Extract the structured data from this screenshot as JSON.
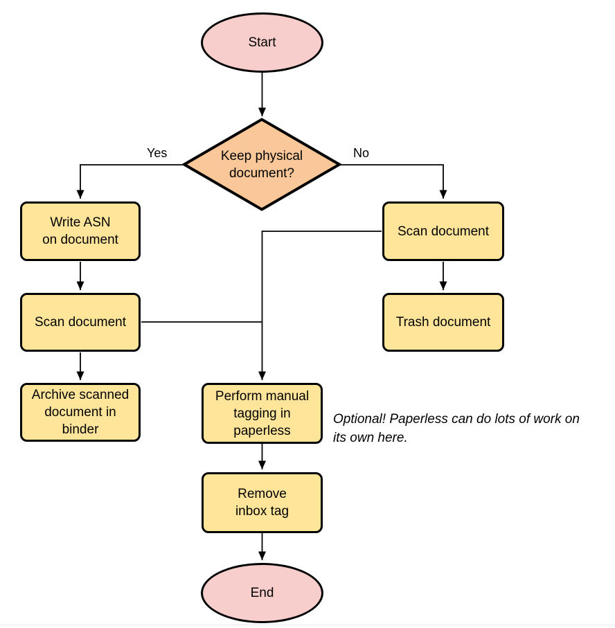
{
  "flowchart": {
    "nodes": {
      "start": {
        "label": "Start",
        "type": "terminator"
      },
      "decision": {
        "label": "Keep physical\ndocument?",
        "type": "decision"
      },
      "write_asn": {
        "label": "Write ASN\non document",
        "type": "process"
      },
      "scan_left": {
        "label": "Scan document",
        "type": "process"
      },
      "archive": {
        "label": "Archive scanned\ndocument in\nbinder",
        "type": "process"
      },
      "scan_right": {
        "label": "Scan document",
        "type": "process"
      },
      "trash": {
        "label": "Trash document",
        "type": "process"
      },
      "tagging": {
        "label": "Perform manual\ntagging in\npaperless",
        "type": "process"
      },
      "remove_inbox": {
        "label": "Remove\ninbox tag",
        "type": "process"
      },
      "end": {
        "label": "End",
        "type": "terminator"
      }
    },
    "edge_labels": {
      "yes": "Yes",
      "no": "No"
    },
    "annotation": "Optional! Paperless can do lots of work on\nits own here.",
    "colors": {
      "terminator_fill": "#f8cecc",
      "decision_fill": "#fac898",
      "process_fill": "#ffe59a",
      "stroke": "#000000",
      "text": "#000000"
    }
  }
}
